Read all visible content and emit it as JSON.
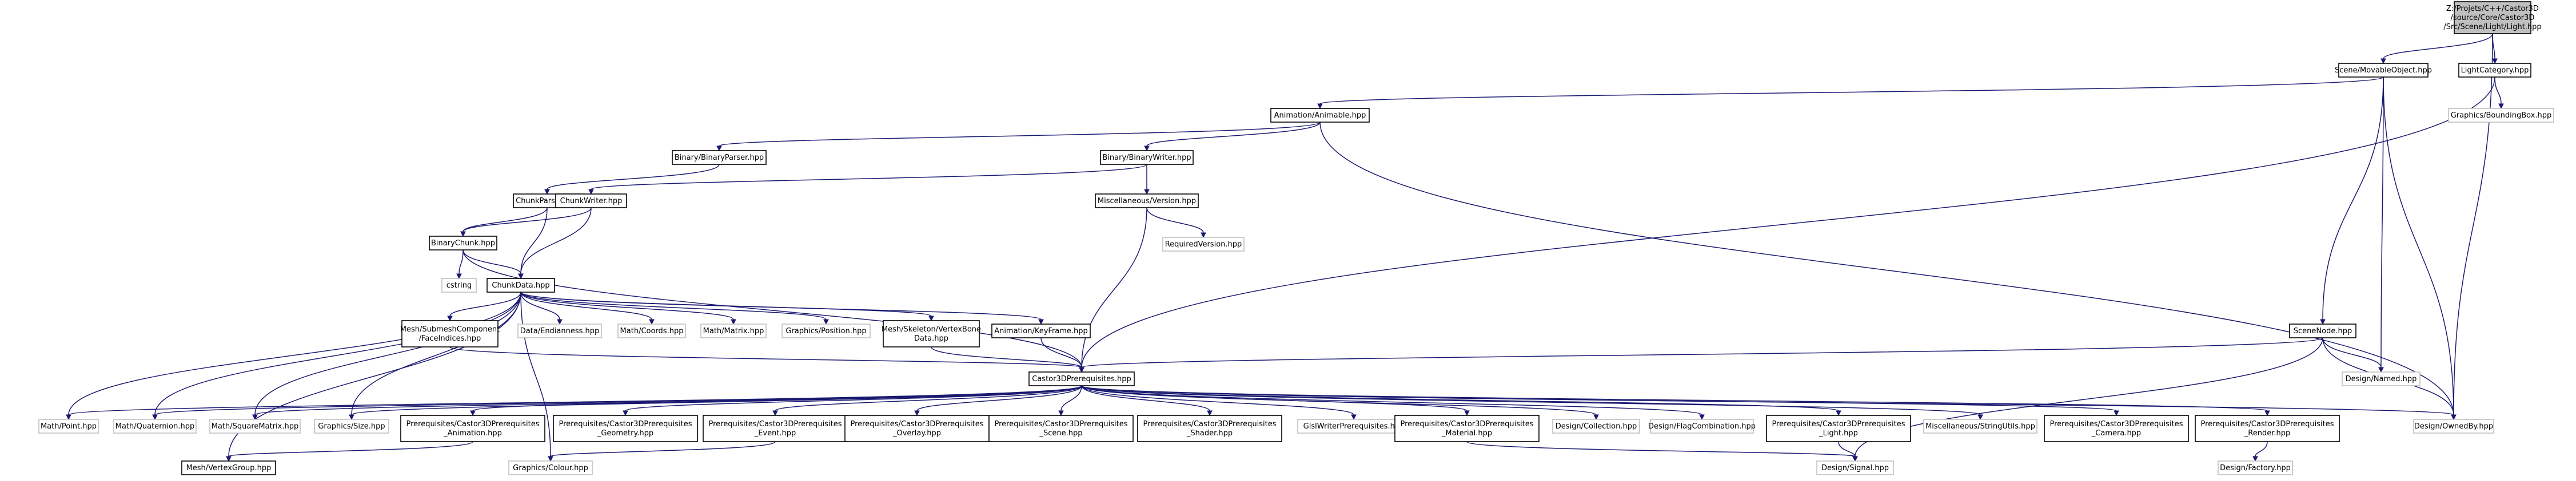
{
  "graph": {
    "type": "include-dependency-graph",
    "nodes": [
      {
        "id": "light",
        "lines": [
          "Z:/Projets/C++/Castor3D",
          "/source/Core/Castor3D",
          "/Src/Scene/Light/Light.hpp"
        ],
        "style": "main"
      },
      {
        "id": "movable",
        "lines": [
          "Scene/MovableObject.hpp"
        ],
        "style": "doc"
      },
      {
        "id": "lightcat",
        "lines": [
          "LightCategory.hpp"
        ],
        "style": "doc"
      },
      {
        "id": "bbox",
        "lines": [
          "Graphics/BoundingBox.hpp"
        ],
        "style": "ext"
      },
      {
        "id": "animable",
        "lines": [
          "Animation/Animable.hpp"
        ],
        "style": "doc"
      },
      {
        "id": "binparser",
        "lines": [
          "Binary/BinaryParser.hpp"
        ],
        "style": "doc"
      },
      {
        "id": "binwriter",
        "lines": [
          "Binary/BinaryWriter.hpp"
        ],
        "style": "doc"
      },
      {
        "id": "chunkparser",
        "lines": [
          "ChunkParser.hpp"
        ],
        "style": "doc"
      },
      {
        "id": "chunkwriter",
        "lines": [
          "ChunkWriter.hpp"
        ],
        "style": "doc"
      },
      {
        "id": "version",
        "lines": [
          "Miscellaneous/Version.hpp"
        ],
        "style": "doc"
      },
      {
        "id": "reqversion",
        "lines": [
          "RequiredVersion.hpp"
        ],
        "style": "ext"
      },
      {
        "id": "binchunk",
        "lines": [
          "BinaryChunk.hpp"
        ],
        "style": "doc"
      },
      {
        "id": "cstring",
        "lines": [
          "cstring"
        ],
        "style": "ext"
      },
      {
        "id": "chunkdata",
        "lines": [
          "ChunkData.hpp"
        ],
        "style": "doc"
      },
      {
        "id": "submesh",
        "lines": [
          "Mesh/SubmeshComponent",
          "/FaceIndices.hpp"
        ],
        "style": "doc"
      },
      {
        "id": "endian",
        "lines": [
          "Data/Endianness.hpp"
        ],
        "style": "ext"
      },
      {
        "id": "coords",
        "lines": [
          "Math/Coords.hpp"
        ],
        "style": "ext"
      },
      {
        "id": "matrix",
        "lines": [
          "Math/Matrix.hpp"
        ],
        "style": "ext"
      },
      {
        "id": "position",
        "lines": [
          "Graphics/Position.hpp"
        ],
        "style": "ext"
      },
      {
        "id": "vertexbone",
        "lines": [
          "Mesh/Skeleton/VertexBone",
          "Data.hpp"
        ],
        "style": "doc"
      },
      {
        "id": "keyframe",
        "lines": [
          "Animation/KeyFrame.hpp"
        ],
        "style": "doc"
      },
      {
        "id": "scenenode",
        "lines": [
          "SceneNode.hpp"
        ],
        "style": "doc"
      },
      {
        "id": "prereq",
        "lines": [
          "Castor3DPrerequisites.hpp"
        ],
        "style": "doc"
      },
      {
        "id": "named",
        "lines": [
          "Design/Named.hpp"
        ],
        "style": "ext"
      },
      {
        "id": "point",
        "lines": [
          "Math/Point.hpp"
        ],
        "style": "ext"
      },
      {
        "id": "quat",
        "lines": [
          "Math/Quaternion.hpp"
        ],
        "style": "ext"
      },
      {
        "id": "sqmatrix",
        "lines": [
          "Math/SquareMatrix.hpp"
        ],
        "style": "ext"
      },
      {
        "id": "size",
        "lines": [
          "Graphics/Size.hpp"
        ],
        "style": "ext"
      },
      {
        "id": "preanim",
        "lines": [
          "Prerequisites/Castor3DPrerequisites",
          "_Animation.hpp"
        ],
        "style": "doc"
      },
      {
        "id": "pregeom",
        "lines": [
          "Prerequisites/Castor3DPrerequisites",
          "_Geometry.hpp"
        ],
        "style": "doc"
      },
      {
        "id": "preevent",
        "lines": [
          "Prerequisites/Castor3DPrerequisites",
          "_Event.hpp"
        ],
        "style": "doc"
      },
      {
        "id": "preoverlay",
        "lines": [
          "Prerequisites/Castor3DPrerequisites",
          "_Overlay.hpp"
        ],
        "style": "doc"
      },
      {
        "id": "prescene",
        "lines": [
          "Prerequisites/Castor3DPrerequisites",
          "_Scene.hpp"
        ],
        "style": "doc"
      },
      {
        "id": "preshader",
        "lines": [
          "Prerequisites/Castor3DPrerequisites",
          "_Shader.hpp"
        ],
        "style": "doc"
      },
      {
        "id": "glsl",
        "lines": [
          "GlslWriterPrerequisites.hpp"
        ],
        "style": "ext"
      },
      {
        "id": "prematerial",
        "lines": [
          "Prerequisites/Castor3DPrerequisites",
          "_Material.hpp"
        ],
        "style": "doc"
      },
      {
        "id": "collection",
        "lines": [
          "Design/Collection.hpp"
        ],
        "style": "ext"
      },
      {
        "id": "flagcomb",
        "lines": [
          "Design/FlagCombination.hpp"
        ],
        "style": "ext"
      },
      {
        "id": "prelight",
        "lines": [
          "Prerequisites/Castor3DPrerequisites",
          "_Light.hpp"
        ],
        "style": "doc"
      },
      {
        "id": "strutils",
        "lines": [
          "Miscellaneous/StringUtils.hpp"
        ],
        "style": "ext"
      },
      {
        "id": "precamera",
        "lines": [
          "Prerequisites/Castor3DPrerequisites",
          "_Camera.hpp"
        ],
        "style": "doc"
      },
      {
        "id": "prerender",
        "lines": [
          "Prerequisites/Castor3DPrerequisites",
          "_Render.hpp"
        ],
        "style": "doc"
      },
      {
        "id": "ownedby",
        "lines": [
          "Design/OwnedBy.hpp"
        ],
        "style": "ext"
      },
      {
        "id": "vertexgroup",
        "lines": [
          "Mesh/VertexGroup.hpp"
        ],
        "style": "doc"
      },
      {
        "id": "colour",
        "lines": [
          "Graphics/Colour.hpp"
        ],
        "style": "ext"
      },
      {
        "id": "signal",
        "lines": [
          "Design/Signal.hpp"
        ],
        "style": "ext"
      },
      {
        "id": "factory",
        "lines": [
          "Design/Factory.hpp"
        ],
        "style": "ext"
      }
    ],
    "edges": [
      [
        "light",
        "movable"
      ],
      [
        "light",
        "lightcat"
      ],
      [
        "light",
        "ownedby"
      ],
      [
        "movable",
        "animable"
      ],
      [
        "movable",
        "scenenode"
      ],
      [
        "movable",
        "named"
      ],
      [
        "movable",
        "ownedby"
      ],
      [
        "lightcat",
        "bbox"
      ],
      [
        "lightcat",
        "prereq"
      ],
      [
        "animable",
        "binparser"
      ],
      [
        "animable",
        "binwriter"
      ],
      [
        "animable",
        "ownedby"
      ],
      [
        "binparser",
        "chunkparser"
      ],
      [
        "binwriter",
        "chunkwriter"
      ],
      [
        "binwriter",
        "version"
      ],
      [
        "chunkparser",
        "binchunk"
      ],
      [
        "chunkparser",
        "chunkdata"
      ],
      [
        "chunkwriter",
        "binchunk"
      ],
      [
        "chunkwriter",
        "chunkdata"
      ],
      [
        "version",
        "reqversion"
      ],
      [
        "version",
        "prereq"
      ],
      [
        "binchunk",
        "cstring"
      ],
      [
        "binchunk",
        "chunkdata"
      ],
      [
        "binchunk",
        "prereq"
      ],
      [
        "chunkdata",
        "submesh"
      ],
      [
        "chunkdata",
        "endian"
      ],
      [
        "chunkdata",
        "coords"
      ],
      [
        "chunkdata",
        "matrix"
      ],
      [
        "chunkdata",
        "position"
      ],
      [
        "chunkdata",
        "vertexbone"
      ],
      [
        "chunkdata",
        "keyframe"
      ],
      [
        "chunkdata",
        "point"
      ],
      [
        "chunkdata",
        "quat"
      ],
      [
        "chunkdata",
        "sqmatrix"
      ],
      [
        "chunkdata",
        "size"
      ],
      [
        "chunkdata",
        "vertexgroup"
      ],
      [
        "chunkdata",
        "colour"
      ],
      [
        "submesh",
        "prereq"
      ],
      [
        "vertexbone",
        "prereq"
      ],
      [
        "keyframe",
        "prereq"
      ],
      [
        "scenenode",
        "prereq"
      ],
      [
        "scenenode",
        "named"
      ],
      [
        "scenenode",
        "ownedby"
      ],
      [
        "scenenode",
        "signal"
      ],
      [
        "prereq",
        "point"
      ],
      [
        "prereq",
        "quat"
      ],
      [
        "prereq",
        "sqmatrix"
      ],
      [
        "prereq",
        "size"
      ],
      [
        "prereq",
        "preanim"
      ],
      [
        "prereq",
        "pregeom"
      ],
      [
        "prereq",
        "preevent"
      ],
      [
        "prereq",
        "preoverlay"
      ],
      [
        "prereq",
        "prescene"
      ],
      [
        "prereq",
        "preshader"
      ],
      [
        "prereq",
        "glsl"
      ],
      [
        "prereq",
        "prematerial"
      ],
      [
        "prereq",
        "collection"
      ],
      [
        "prereq",
        "flagcomb"
      ],
      [
        "prereq",
        "prelight"
      ],
      [
        "prereq",
        "strutils"
      ],
      [
        "prereq",
        "precamera"
      ],
      [
        "prereq",
        "prerender"
      ],
      [
        "prereq",
        "ownedby"
      ],
      [
        "preanim",
        "vertexgroup"
      ],
      [
        "preevent",
        "colour"
      ],
      [
        "prematerial",
        "signal"
      ],
      [
        "prelight",
        "signal"
      ],
      [
        "prerender",
        "factory"
      ]
    ]
  }
}
